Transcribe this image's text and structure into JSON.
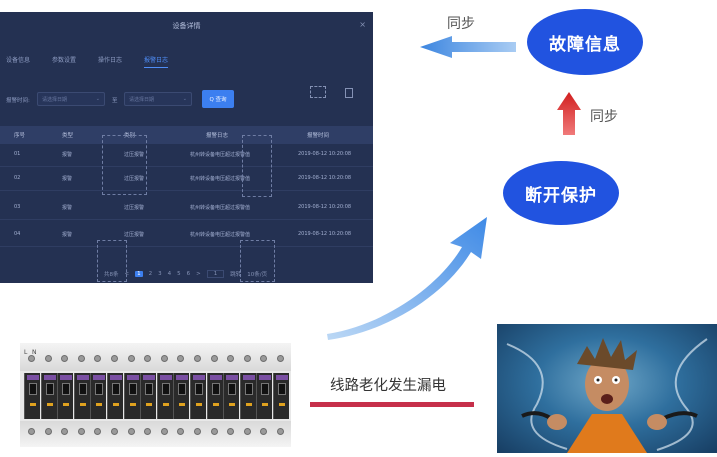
{
  "dialog": {
    "title": "设备详情",
    "close": "×",
    "tabs": [
      {
        "label": "设备信息",
        "active": false
      },
      {
        "label": "参数设置",
        "active": false
      },
      {
        "label": "操作日志",
        "active": false
      },
      {
        "label": "报警日志",
        "active": true
      }
    ],
    "filter": {
      "label": "报警时间:",
      "start_placeholder": "请选择日期",
      "to": "至",
      "end_placeholder": "请选择日期",
      "query_label": "Q 查询"
    },
    "table": {
      "headers": [
        "序号",
        "类型",
        "类别",
        "报警日志",
        "报警时间"
      ],
      "rows": [
        [
          "01",
          "报警",
          "过压报警",
          "杭州转设备电压超过报警值",
          "2019-08-12 10:20:08"
        ],
        [
          "02",
          "报警",
          "过压报警",
          "杭州转设备电压超过报警值",
          "2019-08-12 10:20:08"
        ],
        [
          "03",
          "报警",
          "过压报警",
          "杭州转设备电压超过报警值",
          "2019-08-12 10:20:08"
        ],
        [
          "04",
          "报警",
          "过压报警",
          "杭州转设备电压超过报警值",
          "2019-08-12 10:20:08"
        ]
      ]
    },
    "pager": {
      "total": "共8条",
      "prev": "<",
      "pages": [
        "1",
        "2",
        "3",
        "4",
        "5",
        "6"
      ],
      "current": "1",
      "next": ">",
      "goto_value": "1",
      "goto_label": "跳转",
      "size": "10条/页"
    }
  },
  "nodes": {
    "fault_info": "故障信息",
    "disconnect": "断开保护"
  },
  "labels": {
    "sync_left": "同步",
    "sync_up": "同步",
    "cause": "线路老化发生漏电"
  },
  "breaker": {
    "label_l": "L",
    "label_n": "N"
  },
  "colors": {
    "node": "#2153e0",
    "arrow_left": "#4a90e2",
    "arrow_up": "#d42424",
    "cause_line": "#c62f4a",
    "dialog_bg": "#243152",
    "accent": "#3c7ff0"
  }
}
